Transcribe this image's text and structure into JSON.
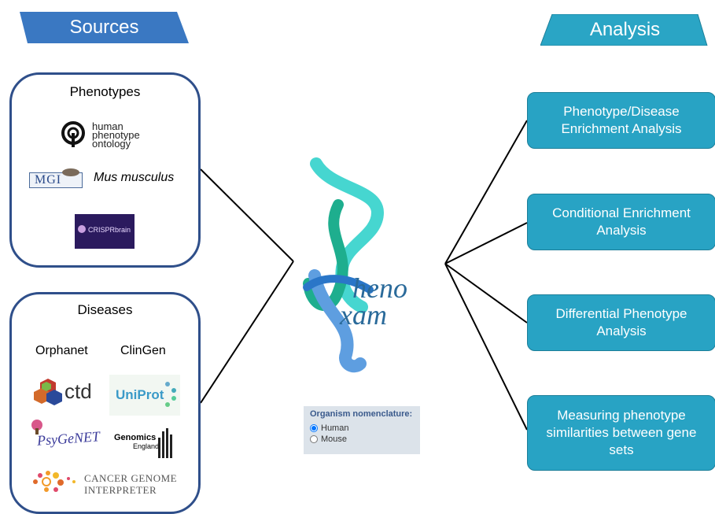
{
  "headers": {
    "sources": "Sources",
    "analysis": "Analysis"
  },
  "phenotypes": {
    "title": "Phenotypes",
    "hpo_text": [
      "human",
      "phenotype",
      "ontology"
    ],
    "mgi_text": "MGI",
    "mus_text": "Mus musculus",
    "crispr_text": "CRISPRbrain"
  },
  "diseases": {
    "title": "Diseases",
    "orphanet": "Orphanet",
    "clingen": "ClinGen",
    "ctd": "ctd",
    "uniprot": "UniProt",
    "psygenet": "PsyGeNET",
    "genomics_1": "Genomics",
    "genomics_2": "England",
    "cgi_1": "CANCER GENOME",
    "cgi_2": "INTERPRETER"
  },
  "center_logo": {
    "line1": "heno",
    "line2": "xam"
  },
  "organism": {
    "title": "Organism nomenclature:",
    "options": [
      "Human",
      "Mouse"
    ],
    "selected": "Human"
  },
  "analysis_items": [
    "Phenotype/Disease Enrichment Analysis",
    "Conditional Enrichment Analysis",
    "Differential Phenotype Analysis",
    "Measuring phenotype similarities between gene sets"
  ],
  "colors": {
    "header_blue": "#3a78c2",
    "header_teal": "#2aa5c5",
    "button_teal": "#28a3c4",
    "box_border": "#2f4f8a"
  }
}
